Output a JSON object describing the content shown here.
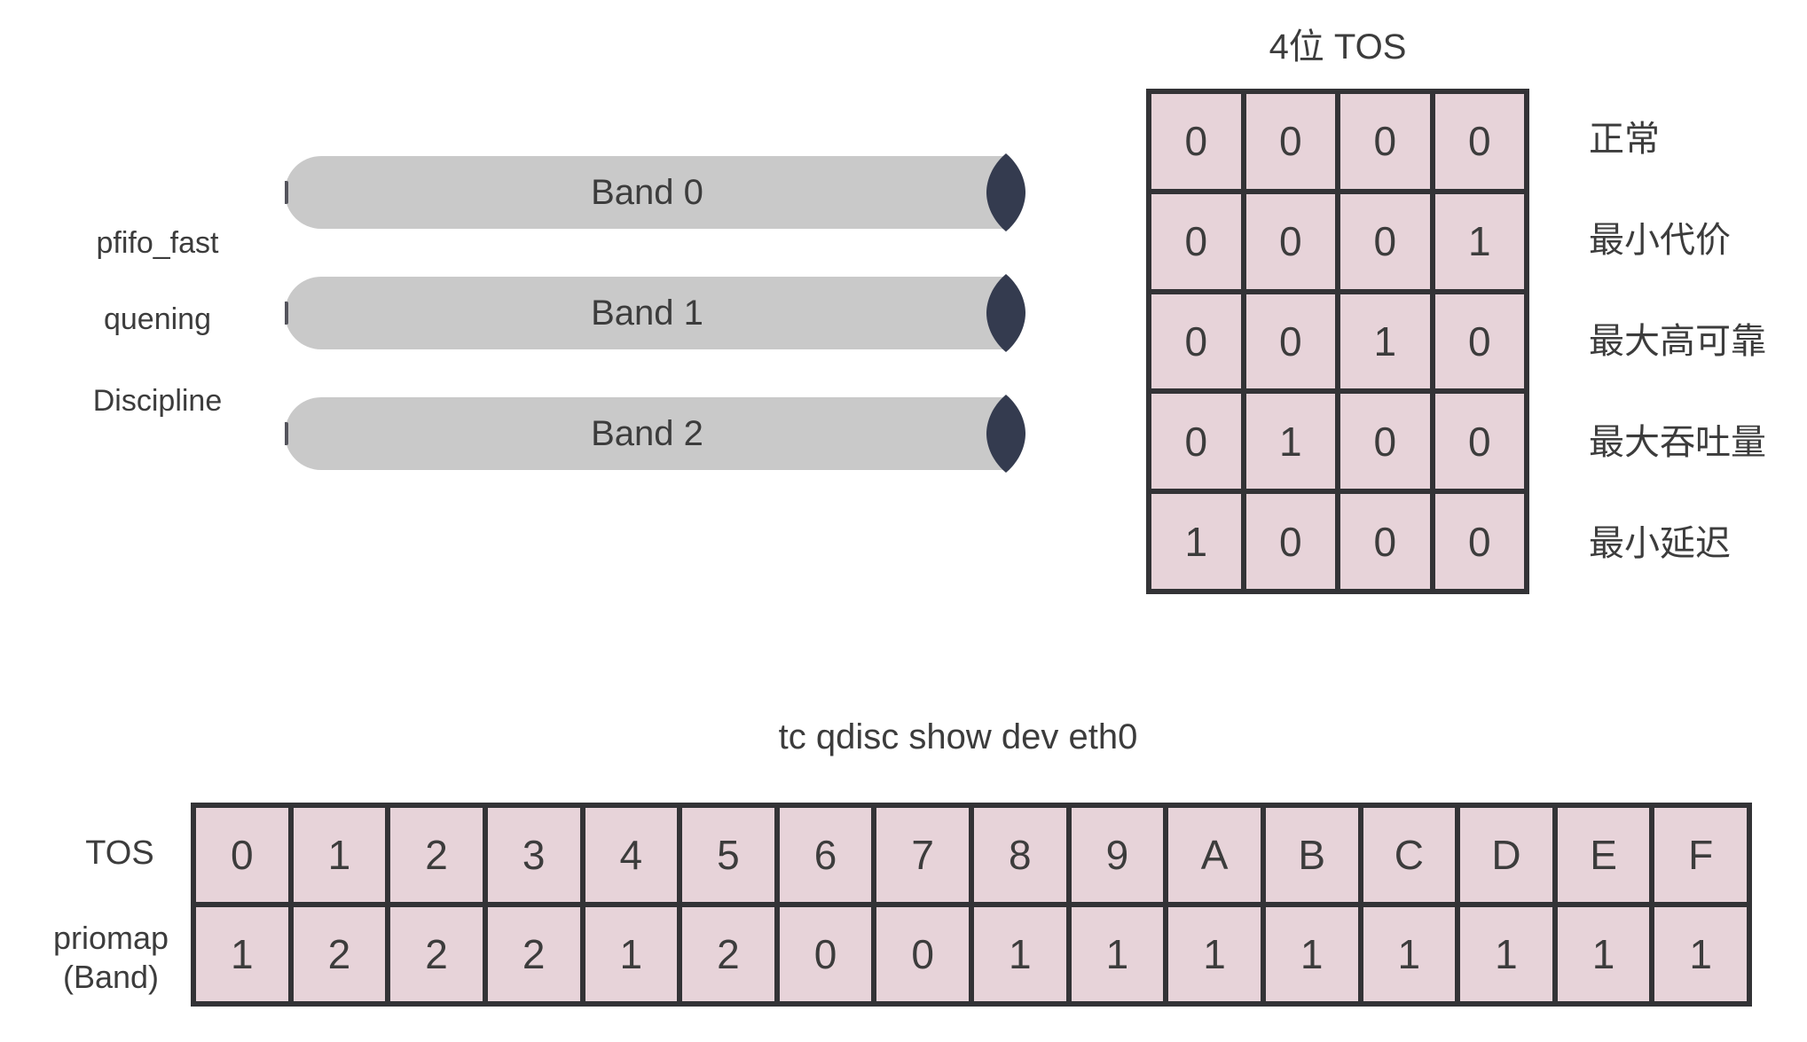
{
  "left_panel": {
    "label_lines": [
      "pfifo_fast",
      "quening",
      "Discipline"
    ],
    "bands": [
      {
        "label": "Band 0"
      },
      {
        "label": "Band 1"
      },
      {
        "label": "Band 2"
      }
    ]
  },
  "tos_table": {
    "title": "4位 TOS",
    "rows": [
      {
        "bits": [
          "0",
          "0",
          "0",
          "0"
        ],
        "label": "正常"
      },
      {
        "bits": [
          "0",
          "0",
          "0",
          "1"
        ],
        "label": "最小代价"
      },
      {
        "bits": [
          "0",
          "0",
          "1",
          "0"
        ],
        "label": "最大高可靠"
      },
      {
        "bits": [
          "0",
          "1",
          "0",
          "0"
        ],
        "label": "最大吞吐量"
      },
      {
        "bits": [
          "1",
          "0",
          "0",
          "0"
        ],
        "label": "最小延迟"
      }
    ]
  },
  "priomap_table": {
    "title": "tc qdisc show dev eth0",
    "row1_header": "TOS",
    "row2_header_line1": "priomap",
    "row2_header_line2": "(Band)",
    "tos_values": [
      "0",
      "1",
      "2",
      "3",
      "4",
      "5",
      "6",
      "7",
      "8",
      "9",
      "A",
      "B",
      "C",
      "D",
      "E",
      "F"
    ],
    "priomap_values": [
      "1",
      "2",
      "2",
      "2",
      "1",
      "2",
      "0",
      "0",
      "1",
      "1",
      "1",
      "1",
      "1",
      "1",
      "1",
      "1"
    ]
  },
  "colors": {
    "cell_pink": "#E7D3D9",
    "grid_border": "#333336",
    "bar_gray": "#C9C9C9",
    "lens_navy": "#343B4F",
    "text": "#3C3C3C"
  }
}
